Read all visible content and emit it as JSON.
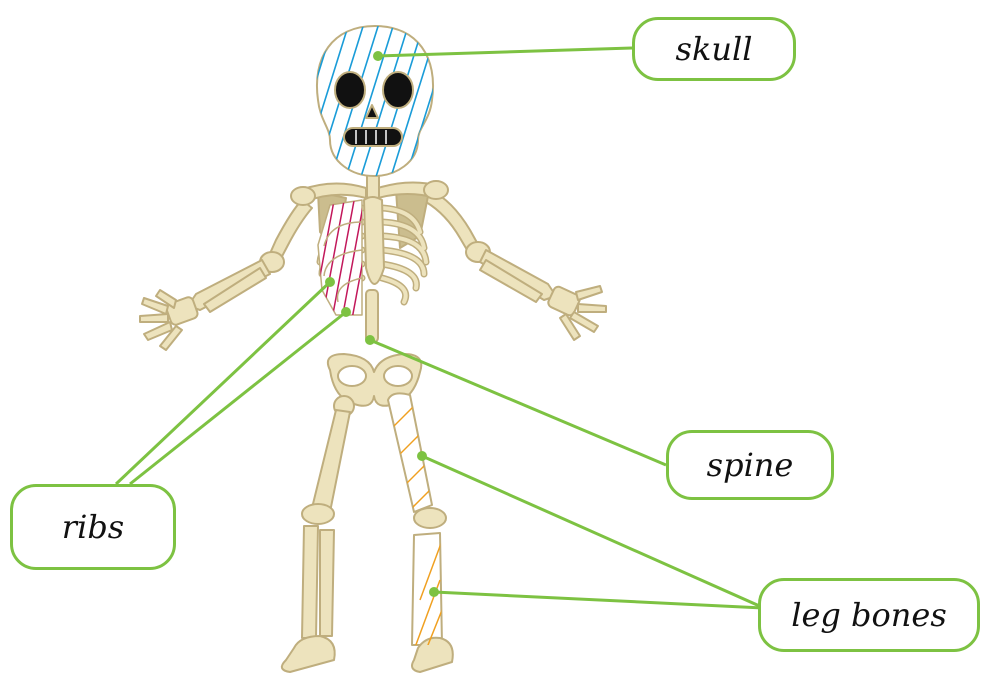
{
  "diagram": {
    "labels": {
      "skull": "skull",
      "spine": "spine",
      "ribs": "ribs",
      "leg_bones": "leg bones"
    },
    "colors": {
      "bone": "#ede3bd",
      "bone_stroke": "#bfae7e",
      "shadow": "#cbbd8e",
      "label_border": "#7dc242",
      "connector": "#7dc242",
      "skull_hatch": "#1a9cd8",
      "rib_hatch": "#c2185b",
      "leg_hatch": "#f0a020"
    }
  }
}
